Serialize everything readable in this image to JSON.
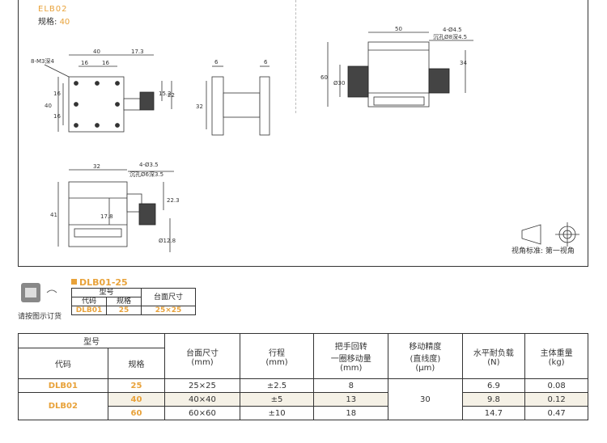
{
  "header": {
    "model_code": "ELB02",
    "spec_label": "规格:",
    "spec_value": "40"
  },
  "drawing": {
    "dim_top_width": "40",
    "dim_offset": "17.3",
    "dim_hole_spacing_a": "16",
    "dim_hole_spacing_b": "16",
    "dim_side_16a": "16",
    "dim_side_16b": "16",
    "dim_side_40": "40",
    "dim_thread": "8-M3深4",
    "dim_15_2": "15.2",
    "dim_22": "22",
    "dim_side_6a": "6",
    "dim_side_6b": "6",
    "dim_32": "32",
    "dim_bottom_32": "32",
    "dim_hole_note": "4-Ø3.5",
    "dim_counterbore": "沉孔Ø6深3.5",
    "dim_41": "41",
    "dim_17_8": "17.8",
    "dim_22_3": "22.3",
    "dim_12_8": "Ø12.8",
    "dim_big_50": "50",
    "dim_big_hole": "4-Ø4.5",
    "dim_big_counterbore": "沉孔Ø8深4.5",
    "dim_60": "60",
    "dim_30": "Ø30",
    "dim_34": "34",
    "projection_label": "视角标准: 第一视角"
  },
  "ordering": {
    "title": "DLB01-25",
    "col_model": "型号",
    "col_code": "代码",
    "col_spec": "规格",
    "col_table_size": "台面尺寸",
    "example_code": "DLB01",
    "example_spec": "25",
    "example_size": "25×25",
    "note": "请按图示订货"
  },
  "spec_table": {
    "headers": {
      "model": "型号",
      "code": "代码",
      "spec": "规格",
      "table_size": "台面尺寸",
      "table_size_unit": "(mm)",
      "stroke": "行程",
      "stroke_unit": "(mm)",
      "handle": "把手回转",
      "handle2": "一圈移动量",
      "handle_unit": "(mm)",
      "precision": "移动精度",
      "precision2": "(直线度)",
      "precision_unit": "(μm)",
      "load": "水平耐负载",
      "load_unit": "(N)",
      "weight": "主体重量",
      "weight_unit": "(kg)"
    },
    "rows": [
      {
        "code": "DLB01",
        "spec": "25",
        "size": "25×25",
        "stroke": "±2.5",
        "move": "8",
        "precision": "",
        "load": "6.9",
        "weight": "0.08"
      },
      {
        "code": "DLB02",
        "spec": "40",
        "size": "40×40",
        "stroke": "±5",
        "move": "13",
        "precision": "30",
        "load": "9.8",
        "weight": "0.12"
      },
      {
        "code": "",
        "spec": "60",
        "size": "60×60",
        "stroke": "±10",
        "move": "18",
        "precision": "",
        "load": "14.7",
        "weight": "0.47"
      }
    ]
  },
  "colors": {
    "accent": "#e8a23a",
    "line": "#333333",
    "shade": "#f5f1e6"
  }
}
